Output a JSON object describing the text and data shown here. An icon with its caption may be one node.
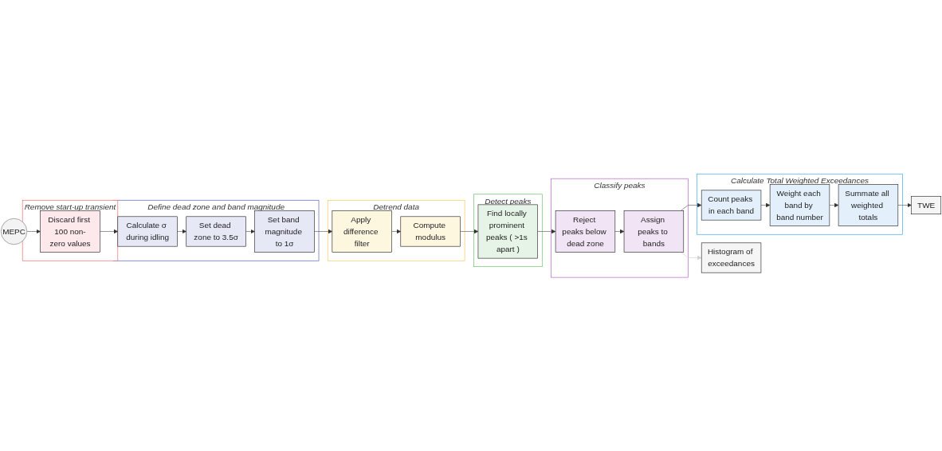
{
  "diagram": {
    "nodes": [
      {
        "text": [
          "MEPC"
        ]
      },
      {
        "text": [
          "Remove start-up transient"
        ]
      },
      {
        "text": [
          "Discard first 100 non-zero values"
        ],
        "in": 1
      },
      {
        "text": [
          "Define dead zone and band magnitude"
        ]
      },
      {
        "text": [
          "Calculate σ during idling"
        ],
        "in": 3
      },
      {
        "text": [
          "Set dead zone to 3.5σ"
        ],
        "in": 3
      },
      {
        "text": [
          "Set band magnitude to 1σ"
        ],
        "in": 3
      },
      {
        "text": [
          "Classify peaks"
        ]
      },
      {
        "text": [
          "Assign peaks to bands"
        ],
        "in": 7
      },
      {
        "text": [
          "Reject peaks below dead zone"
        ],
        "in": 7
      },
      {
        "text": [
          "Detect peaks"
        ]
      },
      {
        "text": [
          "Find locally prominent peaks ( >1s apart )"
        ],
        "in": 10
      },
      {
        "text": [
          "Detrend data"
        ]
      },
      {
        "text": [
          "Compute modulus"
        ],
        "in": 12
      },
      {
        "text": [
          "Apply difference filter"
        ],
        "in": 12
      },
      {
        "text": [
          "Calculate Total Weighted Exceedances"
        ]
      },
      {
        "text": [
          "Count peaks in each band"
        ],
        "in": 15
      },
      {
        "text": [
          "Weight each band by band number"
        ],
        "in": 15
      },
      {
        "text": [
          "Summate all weighted totals"
        ],
        "in": 15
      },
      {
        "text": [
          "TWE"
        ]
      },
      {
        "text": [
          "Histogram of exceedances"
        ]
      }
    ],
    "edges": [
      {
        "from": 0,
        "to": 2,
        "arrow": "to"
      },
      {
        "from": 2,
        "to": 4,
        "arrow": "to"
      },
      {
        "from": 4,
        "to": 5,
        "arrow": "to"
      },
      {
        "from": 5,
        "to": 6,
        "arrow": "to"
      },
      {
        "from": 6,
        "to": 14,
        "arrow": "to"
      },
      {
        "from": 14,
        "to": 13,
        "arrow": "to"
      },
      {
        "from": 13,
        "to": 11,
        "arrow": "to"
      },
      {
        "from": 11,
        "to": 9,
        "arrow": "to"
      },
      {
        "from": 9,
        "to": 8,
        "arrow": "to"
      },
      {
        "from": 8,
        "to": 16,
        "arrow": "to"
      },
      {
        "from": 16,
        "to": 17,
        "arrow": "to"
      },
      {
        "from": 17,
        "to": 18,
        "arrow": "to"
      },
      {
        "from": 18,
        "to": 19,
        "arrow": "to"
      },
      {
        "from": 8,
        "to": 20,
        "arrow": "to",
        "color": "#d0d0d0"
      }
    ]
  }
}
